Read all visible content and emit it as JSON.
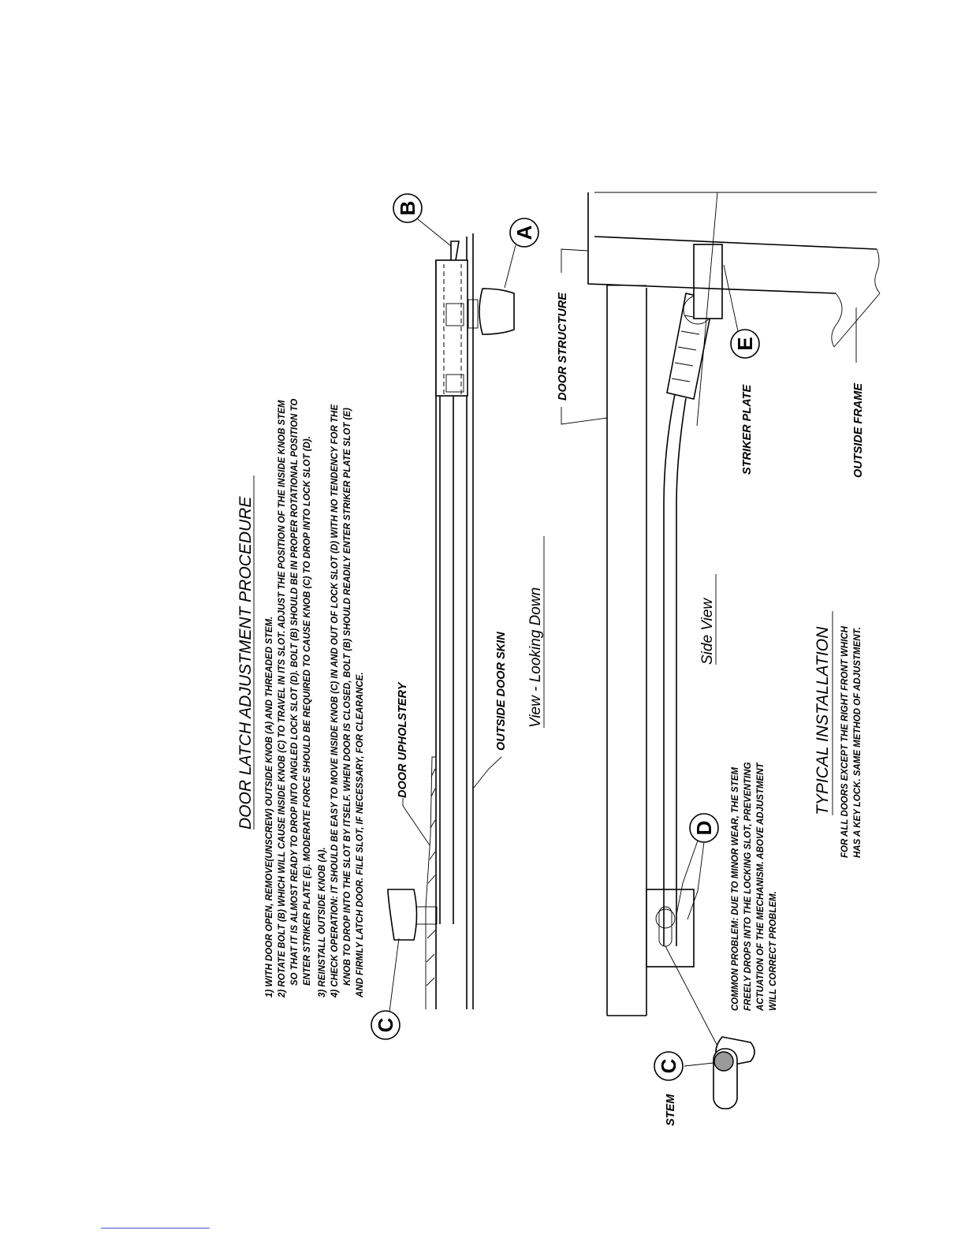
{
  "title": "DOOR LATCH ADJUSTMENT PROCEDURE",
  "steps": [
    "1) WITH DOOR OPEN, REMOVE(UNSCREW) OUTSIDE KNOB (A) AND THREADED STEM.",
    "2) ROTATE BOLT (B) WHICH WILL CAUSE INSIDE KNOB (C) TO TRAVEL IN ITS SLOT. ADJUST THE POSITION OF THE INSIDE KNOB STEM",
    "SO THAT IT IS ALMOST READY TO DROP INTO ANGLED LOCK SLOT (D). BOLT (B) SHOULD BE IN PROPER ROTATIONAL POSITION TO",
    "ENTER STRIKER PLATE (E). MODERATE FORCE SHOULD BE REQUIRED TO CAUSE KNOB (C) TO DROP INTO LOCK SLOT (D).",
    "3) REINSTALL OUTSIDE KNOB (A).",
    "4) CHECK OPERATION: IT SHOULD BE EASY TO MOVE INSIDE KNOB (C) IN AND OUT OF LOCK SLOT (D) WITH NO TENDENCY FOR THE",
    "KNOB TO DROP INTO THE SLOT BY ITSELF. WHEN DOOR IS CLOSED, BOLT (B) SHOULD READILY ENTER STRIKER PLATE SLOT (E)",
    "AND FIRMLY LATCH DOOR. FILE SLOT, IF NECESSARY, FOR CLEARANCE."
  ],
  "labels": {
    "door_upholstery": "DOOR UPHOLSTERY",
    "outside_door_skin": "OUTSIDE DOOR SKIN",
    "door_structure": "DOOR STRUCTURE",
    "striker_plate": "STRIKER PLATE",
    "outside_frame": "OUTSIDE FRAME",
    "stem": "STEM"
  },
  "views": {
    "top": "View - Looking Down",
    "side": "Side View"
  },
  "callouts": {
    "a": "A",
    "b": "B",
    "c_top": "C",
    "c_stem": "C",
    "d": "D",
    "e": "E"
  },
  "common_problem": [
    "COMMON PROBLEM: DUE TO MINOR WEAR, THE STEM",
    "FREELY DROPS INTO THE LOCKING SLOT, PREVENTING",
    "ACTUATION OF THE MECHANISM. ABOVE ADJUSTMENT",
    "WILL CORRECT PROBLEM."
  ],
  "typical": {
    "heading": "TYPICAL INSTALLATION",
    "lines": [
      "FOR ALL DOORS EXCEPT THE RIGHT FRONT WHICH",
      "HAS A KEY LOCK. SAME METHOD OF ADJUSTMENT."
    ]
  }
}
